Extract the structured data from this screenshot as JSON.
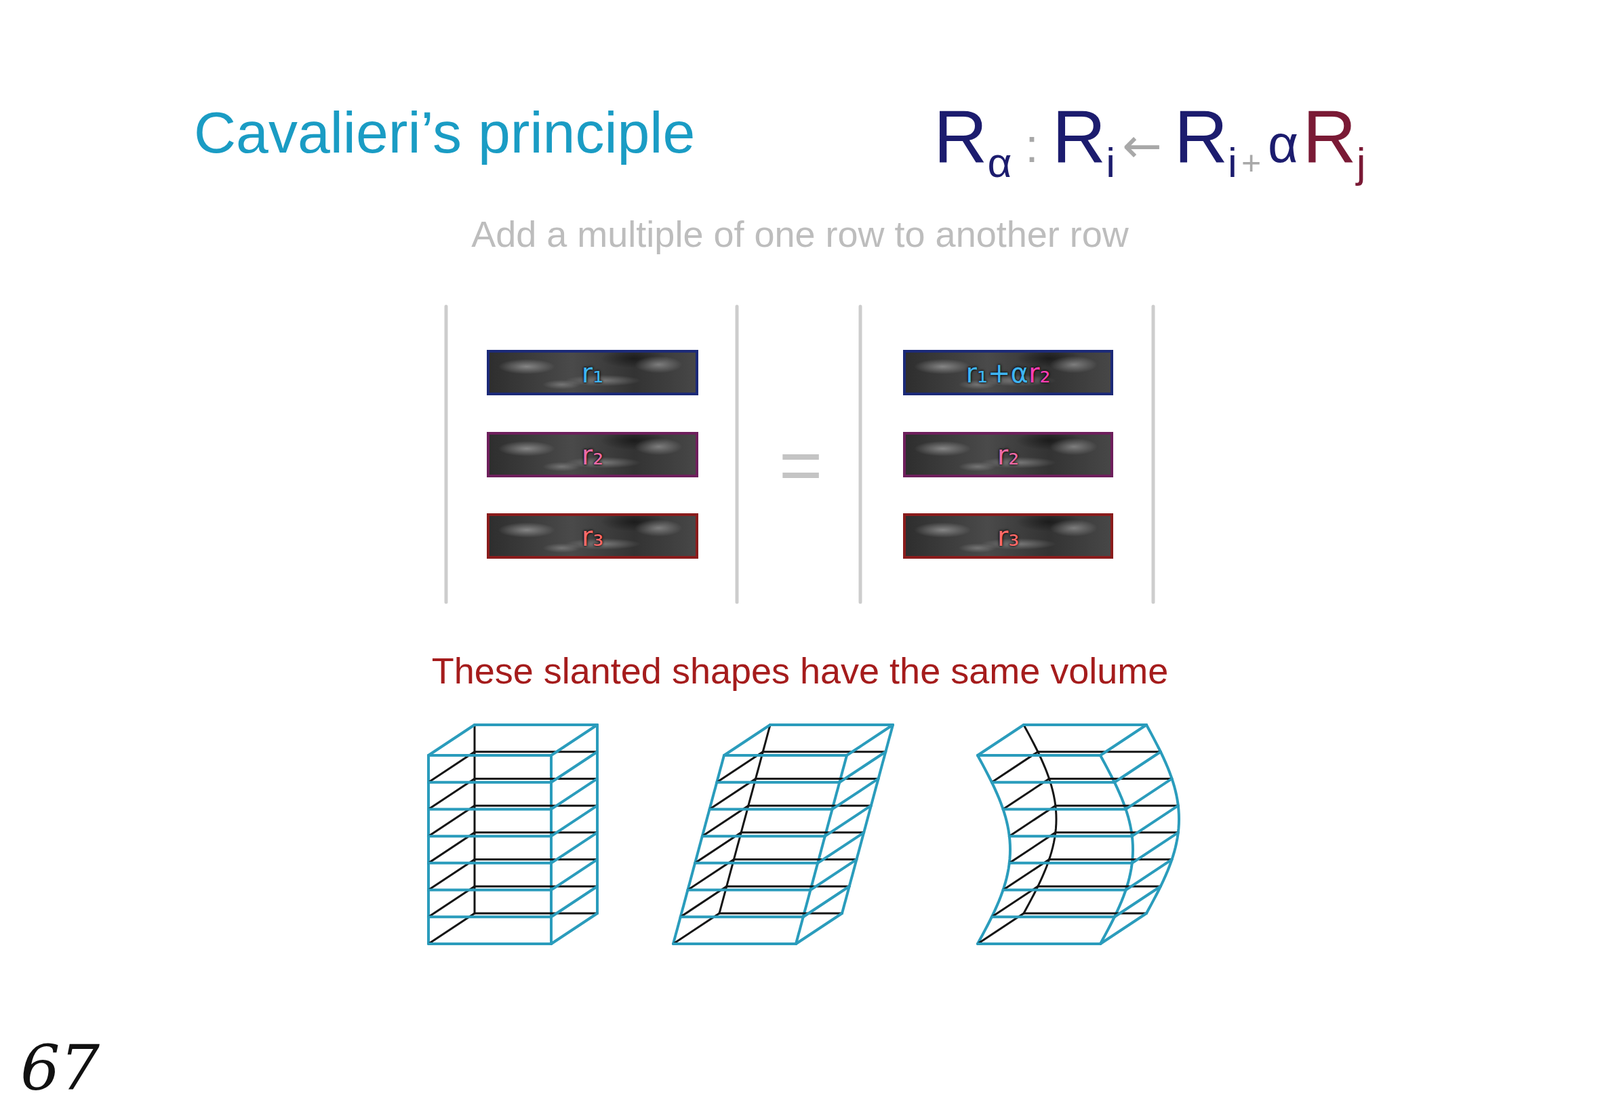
{
  "diagram": {
    "title": "Cavalieri’s principle",
    "nodes": [
      {
        "text": [
          "r₁"
        ]
      },
      {
        "text": [
          "r₂"
        ]
      },
      {
        "text": [
          "r₃"
        ]
      },
      {
        "text": [
          "r₁+α",
          "r₂"
        ]
      },
      {
        "text": [
          "r₂"
        ]
      },
      {
        "text": [
          "r₃"
        ]
      }
    ],
    "labels": [
      "R",
      "α",
      ":",
      "R",
      "i",
      "←",
      "R",
      "i",
      "+",
      "α",
      "R",
      "j",
      "Add a multiple of one row to another row",
      "=",
      "These slanted shapes have the same volume",
      "67"
    ]
  }
}
